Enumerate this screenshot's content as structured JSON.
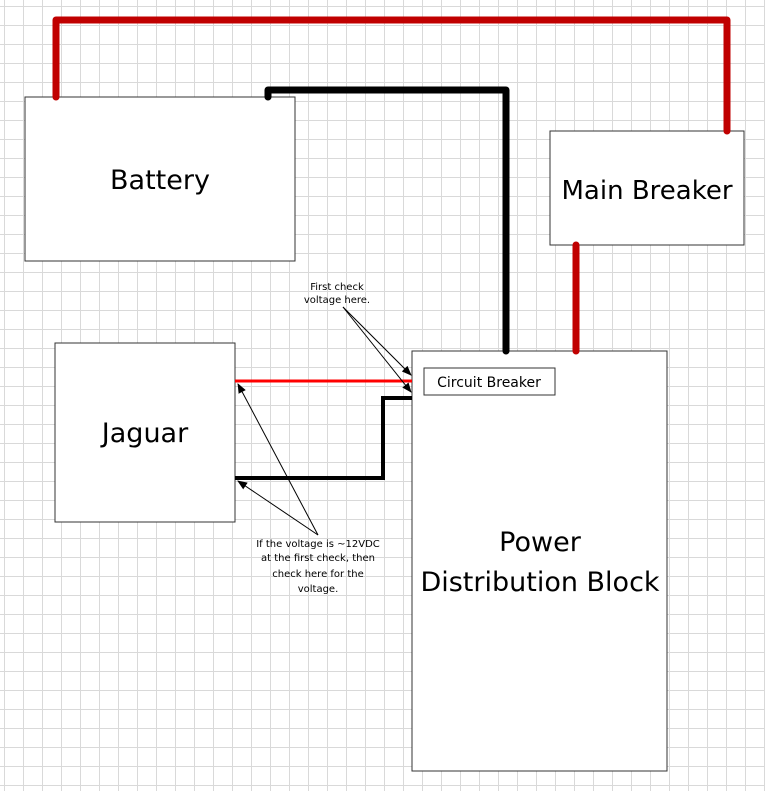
{
  "components": {
    "battery": "Battery",
    "main_breaker": "Main Breaker",
    "jaguar": "Jaguar",
    "circuit_breaker": "Circuit Breaker",
    "power_distribution_block": [
      "Power",
      "Distribution Block"
    ]
  },
  "annotations": {
    "first_check": [
      "First check",
      "voltage here."
    ],
    "second_check": [
      "If the voltage is ~12VDC",
      "at the first check, then",
      "check here for the",
      "voltage."
    ]
  },
  "colors": {
    "positive_wire": "#c00000",
    "negative_wire": "#000000",
    "signal_red": "#ff0000",
    "grid": "#d9d9d9"
  }
}
